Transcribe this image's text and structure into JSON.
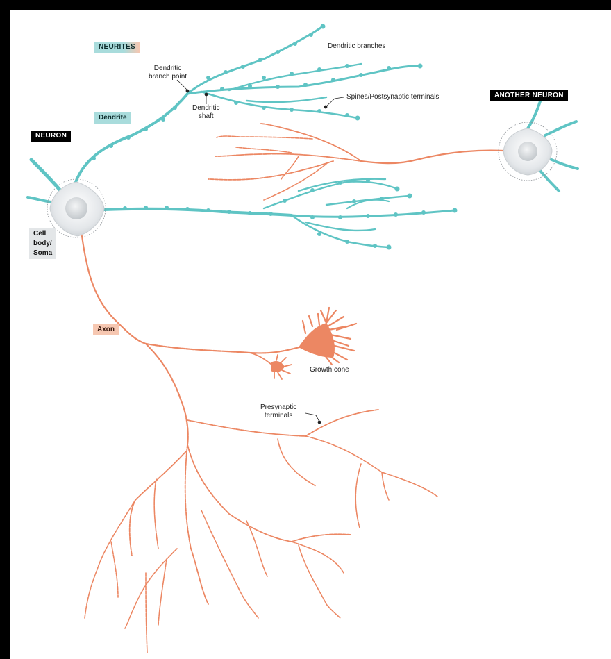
{
  "colors": {
    "dendrite": "#5fc4c4",
    "axon": "#ec8763",
    "soma": "#e9ecee",
    "frame": "#000000"
  },
  "labels": {
    "neurites": "NEURITES",
    "neuron": "NEURON",
    "another_neuron": "ANOTHER NEURON",
    "dendrite": "Dendrite",
    "cell_body": "Cell\nbody/\nSoma",
    "axon": "Axon",
    "dendritic_branches": "Dendritic branches",
    "dendritic_branch_point": "Dendritic\nbranch point",
    "dendritic_shaft": "Dendritic\nshaft",
    "spines": "Spines/Postsynaptic terminals",
    "growth_cone": "Growth cone",
    "presynaptic_terminals": "Presynaptic\nterminals"
  }
}
